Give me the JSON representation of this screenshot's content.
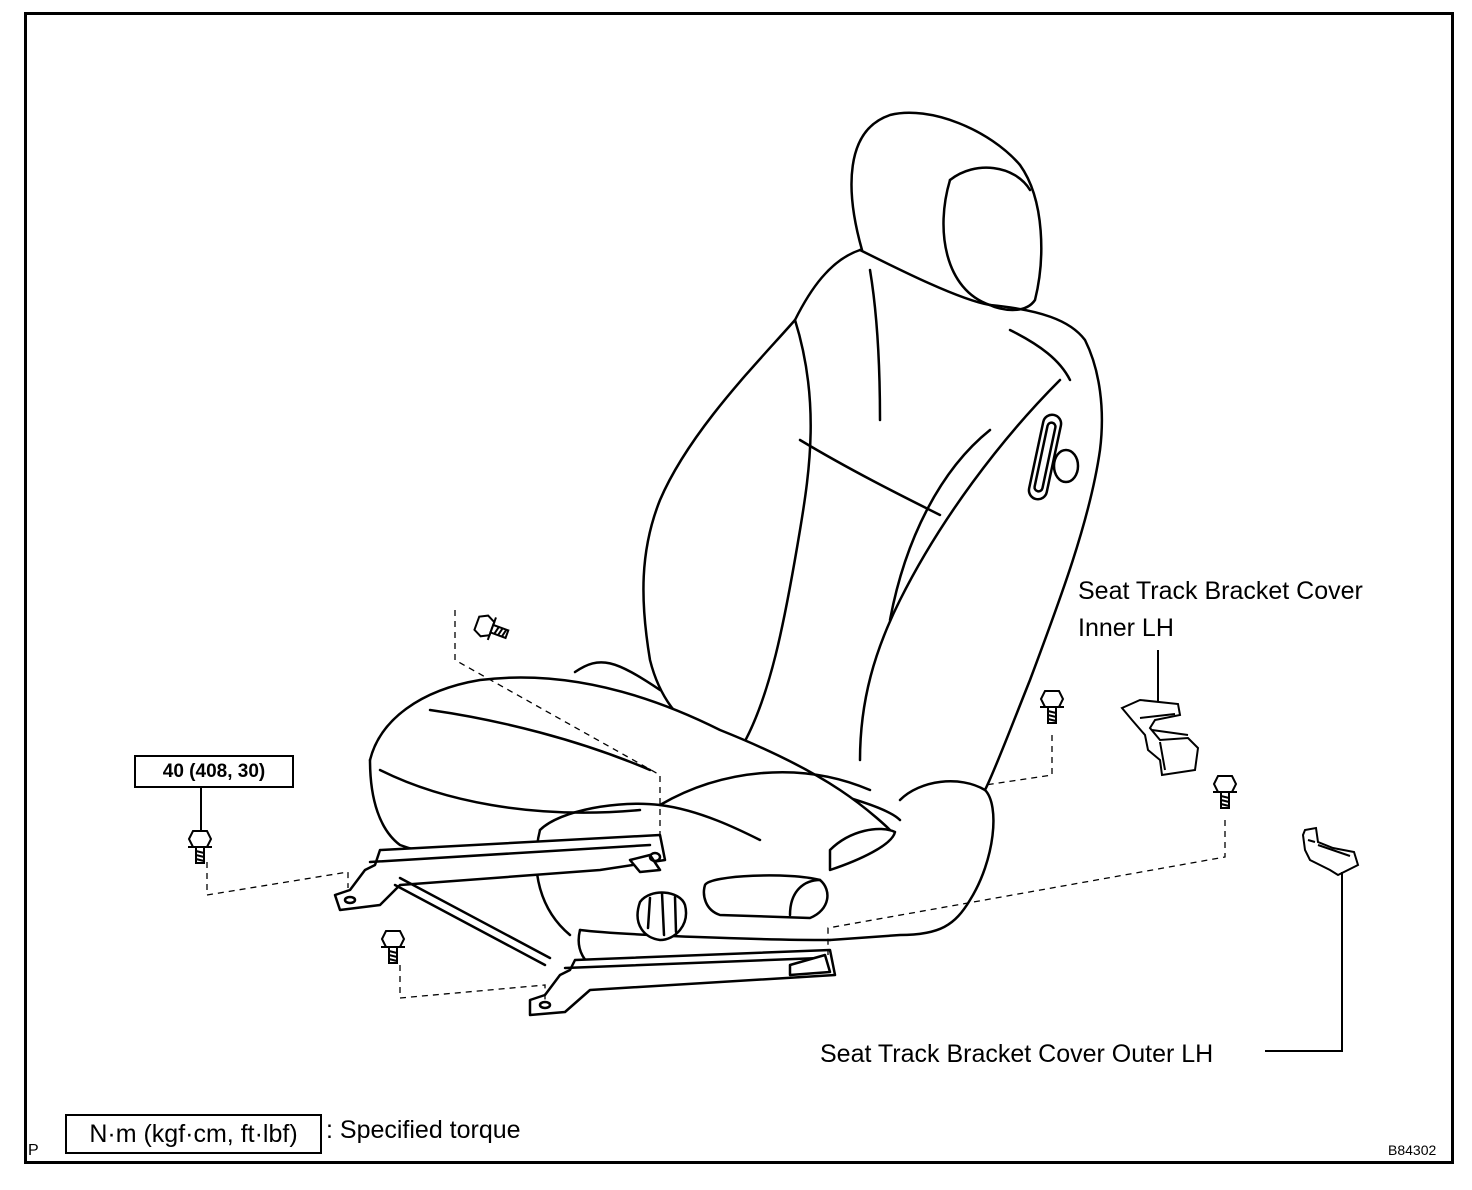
{
  "callouts": {
    "inner_line1": "Seat Track Bracket Cover",
    "inner_line2": "Inner LH",
    "outer": "Seat Track Bracket Cover Outer LH"
  },
  "torque": {
    "value": "40 (408, 30)"
  },
  "legend": {
    "units_box": "N·m (kgf·cm, ft·lbf)",
    "description": ": Specified torque"
  },
  "corner_mark": "P",
  "figure_id": "B84302",
  "icons": {
    "seat": "seat-assembly-drawing",
    "bolt": "bolt-icon",
    "cover": "bracket-cover-icon"
  }
}
